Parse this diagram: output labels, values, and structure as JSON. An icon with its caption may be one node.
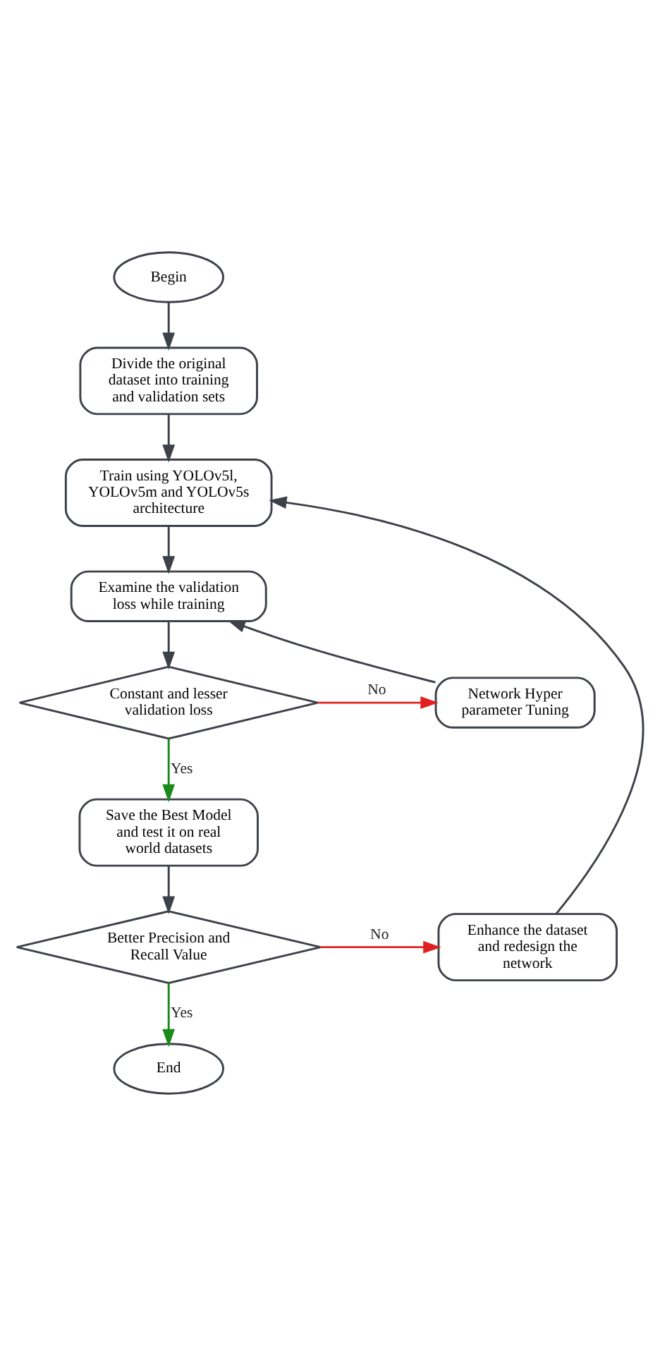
{
  "diagram": {
    "nodes": [
      {
        "text": [
          "Begin"
        ]
      },
      {
        "text": [
          "Divide the original dataset into training and validation sets"
        ]
      },
      {
        "text": [
          "Train using YOLOv5l, YOLOv5m and YOLOv5s architecture"
        ]
      },
      {
        "text": [
          "Examine the validation loss while training"
        ]
      },
      {
        "text": [
          "Constant and lesser validation loss"
        ]
      },
      {
        "text": [
          "Network Hyper parameter Tuning"
        ]
      },
      {
        "text": [
          "Save the Best Model and test it on real world datasets"
        ]
      },
      {
        "text": [
          "Better Precision and Recall Value"
        ]
      },
      {
        "text": [
          "Enhance the dataset and redesign the network"
        ]
      },
      {
        "text": [
          "End"
        ]
      }
    ],
    "edges": [
      {
        "from": 0,
        "to": 1,
        "arrow": "to"
      },
      {
        "from": 1,
        "to": 2,
        "arrow": "to"
      },
      {
        "from": 2,
        "to": 3,
        "arrow": "to"
      },
      {
        "from": 3,
        "to": 4,
        "arrow": "to"
      },
      {
        "from": 4,
        "to": 5,
        "arrow": "to",
        "label": "No",
        "color": "#e02020"
      },
      {
        "from": 5,
        "to": 3,
        "arrow": "to"
      },
      {
        "from": 4,
        "to": 6,
        "arrow": "to",
        "label": "Yes",
        "color": "#1a8a1a"
      },
      {
        "from": 6,
        "to": 7,
        "arrow": "to"
      },
      {
        "from": 7,
        "to": 8,
        "arrow": "to",
        "label": "No",
        "color": "#e02020"
      },
      {
        "from": 8,
        "to": 2,
        "arrow": "to"
      },
      {
        "from": 7,
        "to": 9,
        "arrow": "to",
        "label": "Yes",
        "color": "#1a8a1a"
      }
    ]
  }
}
